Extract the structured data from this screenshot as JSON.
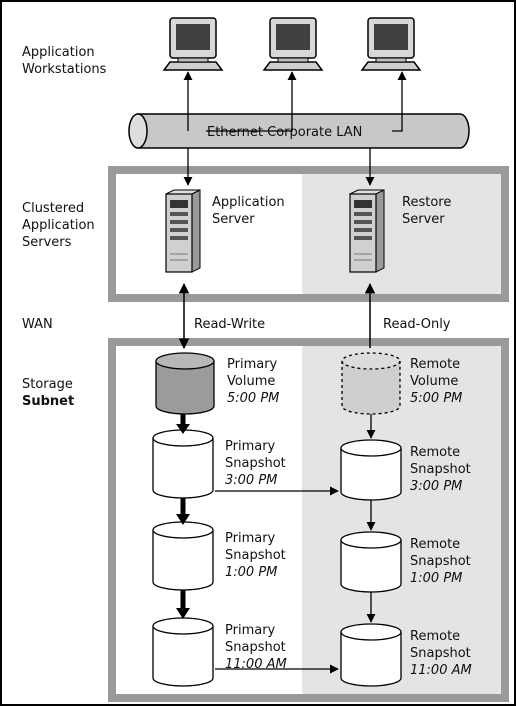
{
  "layers": {
    "workstations": "Application\nWorkstations",
    "servers": "Clustered\nApplication\nServers",
    "wan": "WAN",
    "storage": "Storage",
    "storage_bold": "Subnet"
  },
  "lan_label": "Ethernet Corporate LAN",
  "servers": {
    "application": "Application\nServer",
    "restore": "Restore\nServer"
  },
  "links": {
    "read_write": "Read-Write",
    "read_only": "Read-Only"
  },
  "primary_volume": {
    "name": "Primary\nVolume",
    "time": "5:00 PM"
  },
  "remote_volume": {
    "name": "Remote\nVolume",
    "time": "5:00 PM"
  },
  "primary_snapshots": [
    {
      "name": "Primary\nSnapshot",
      "time": "3:00 PM"
    },
    {
      "name": "Primary\nSnapshot",
      "time": "1:00 PM"
    },
    {
      "name": "Primary\nSnapshot",
      "time": "11:00 AM"
    }
  ],
  "remote_snapshots": [
    {
      "name": "Remote\nSnapshot",
      "time": "3:00 PM"
    },
    {
      "name": "Remote\nSnapshot",
      "time": "1:00 PM"
    },
    {
      "name": "Remote\nSnapshot",
      "time": "11:00 AM"
    }
  ],
  "colors": {
    "panel_border": "#9a9a9a",
    "panel_right_fill": "#e4e4e4",
    "volume_fill": "#9b9b9b",
    "remote_volume_fill": "#cfcfcf",
    "pipe_fill": "#c8c8c8"
  }
}
